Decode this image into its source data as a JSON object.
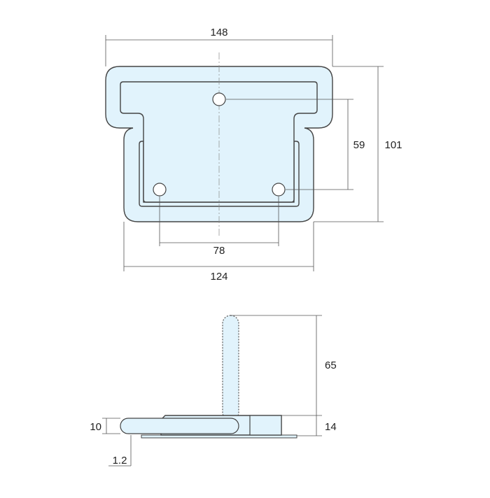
{
  "drawing": {
    "top_view": {
      "overall_width": "148",
      "overall_height": "101",
      "hole_vertical_spacing": "59",
      "hole_horizontal_spacing": "78",
      "handle_width": "124"
    },
    "side_view": {
      "handle_raised_height": "65",
      "total_height": "14",
      "handle_thickness": "10",
      "plate_thickness": "1.2"
    },
    "colors": {
      "fill": "#e1f3fc",
      "stroke": "#444444"
    }
  }
}
